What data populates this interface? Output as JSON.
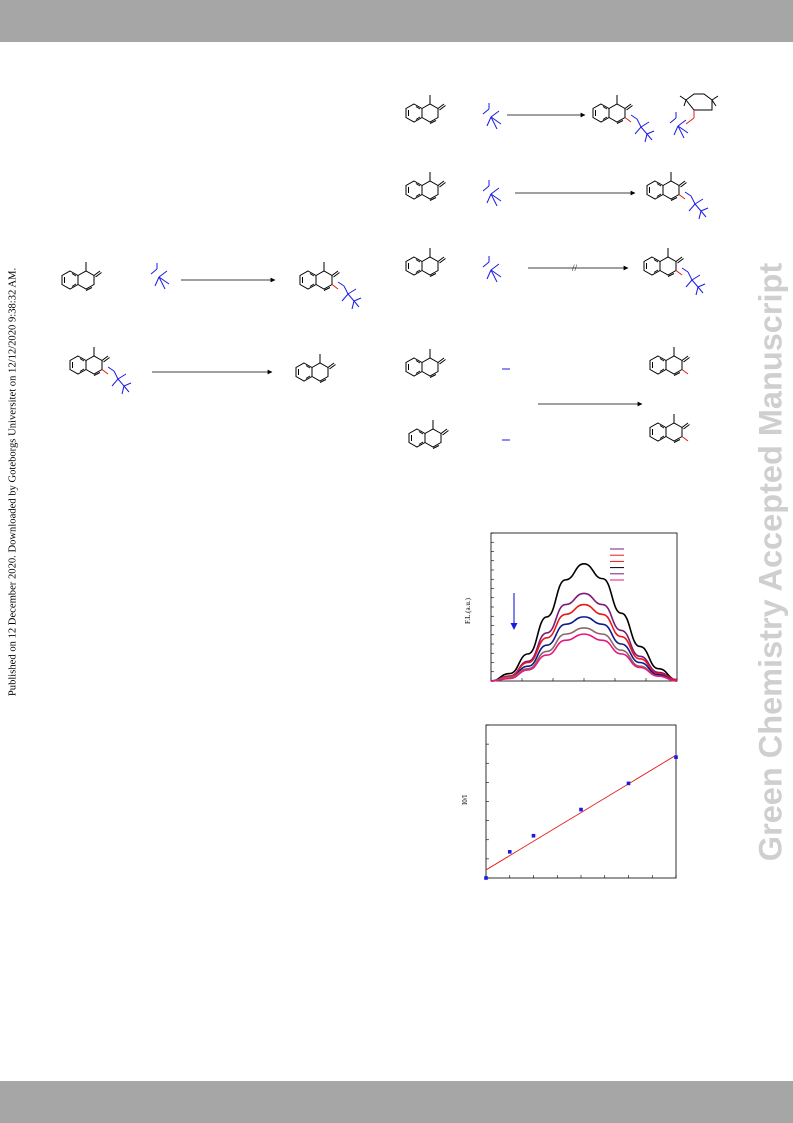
{
  "watermark": {
    "text": "Green Chemistry Accepted Manuscript",
    "color": "#cfcfcf"
  },
  "side_note": {
    "text": "Published on 12 December 2020. Downloaded by Goteborgs Universitet on 12/12/2020 9:38:32 AM."
  },
  "colors": {
    "band": "#a6a6a6",
    "bond_blue": "#1a1ae6",
    "bond_red": "#e61a1a",
    "arrow": "#000000"
  },
  "figure_fluorescence": {
    "ylabel": "F.L.(a.u.)",
    "chart_data": {
      "type": "line",
      "title": "",
      "xlabel": "",
      "ylabel": "F.L.(a.u.)",
      "x": [
        0,
        10,
        20,
        30,
        40,
        50,
        60,
        70,
        80,
        90,
        100
      ],
      "series": [
        {
          "color": "#000000",
          "values": [
            0.0,
            0.6,
            2.2,
            5.2,
            8.2,
            9.5,
            8.3,
            5.5,
            2.8,
            1.0,
            0.1
          ]
        },
        {
          "color": "#7a1a7a",
          "values": [
            0.0,
            0.4,
            1.6,
            3.9,
            6.2,
            7.1,
            6.2,
            4.1,
            2.0,
            0.7,
            0.1
          ]
        },
        {
          "color": "#e61a1a",
          "values": [
            0.0,
            0.4,
            1.5,
            3.5,
            5.4,
            6.2,
            5.4,
            3.6,
            1.8,
            0.6,
            0.1
          ]
        },
        {
          "color": "#0d1a8c",
          "values": [
            0.0,
            0.3,
            1.2,
            2.9,
            4.6,
            5.2,
            4.6,
            3.0,
            1.5,
            0.5,
            0.0
          ]
        },
        {
          "color": "#8c6a6a",
          "values": [
            0.0,
            0.3,
            1.0,
            2.4,
            3.8,
            4.3,
            3.8,
            2.5,
            1.2,
            0.4,
            0.0
          ]
        },
        {
          "color": "#e6197a",
          "values": [
            0.0,
            0.2,
            0.9,
            2.1,
            3.3,
            3.8,
            3.3,
            2.2,
            1.1,
            0.4,
            0.0
          ]
        }
      ],
      "legend_position": "top-right",
      "legend_colors": [
        "#7a1a7a",
        "#e61a1a",
        "#e61a1a",
        "#000000",
        "#7a1a7a",
        "#e6197a"
      ],
      "annotation": "downward-arrow",
      "ylim": [
        0,
        12
      ]
    }
  },
  "figure_stern_volmer": {
    "ylabel": "I0/I",
    "chart_data": {
      "type": "scatter",
      "title": "",
      "xlabel": "",
      "ylabel": "I0/I",
      "points": [
        {
          "x": 0.0,
          "y": 1.0
        },
        {
          "x": 1.0,
          "y": 1.65
        },
        {
          "x": 2.0,
          "y": 2.05
        },
        {
          "x": 4.0,
          "y": 2.7
        },
        {
          "x": 6.0,
          "y": 3.35
        },
        {
          "x": 8.0,
          "y": 4.0
        }
      ],
      "fit_line": {
        "x0": 0.0,
        "y0": 1.2,
        "x1": 8.0,
        "y1": 4.05,
        "color": "#e61a1a"
      },
      "point_color": "#1a1ae6",
      "xlim": [
        0,
        8
      ],
      "ylim": [
        1,
        4.8
      ]
    }
  }
}
